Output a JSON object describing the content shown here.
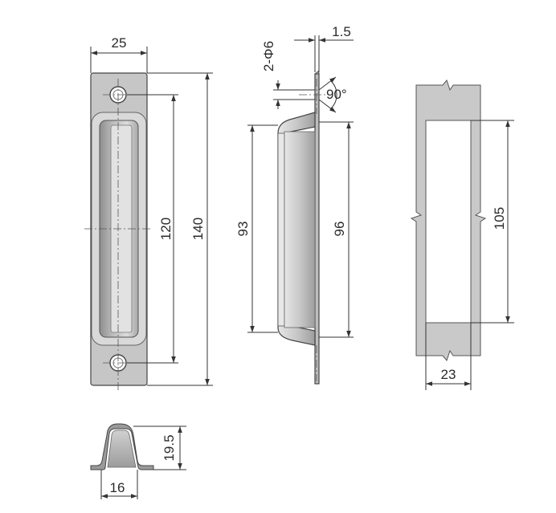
{
  "colors": {
    "part_fill": "#c4c4c4",
    "part_dark": "#9a9a9a",
    "part_light": "#e4e4e4",
    "outline": "#444444",
    "line": "#333333",
    "background": "#ffffff"
  },
  "front_view": {
    "width_label": "25",
    "hole_spacing_label": "120",
    "height_label": "140"
  },
  "side_view": {
    "thickness_label": "1.5",
    "holes_label": "2-Φ6",
    "angle_label": "90°",
    "inner_height_label": "93",
    "outer_height_label": "96"
  },
  "cutout_view": {
    "cutout_height_label": "105",
    "cutout_width_label": "23"
  },
  "section_view": {
    "depth_label": "19.5",
    "width_label": "16"
  }
}
